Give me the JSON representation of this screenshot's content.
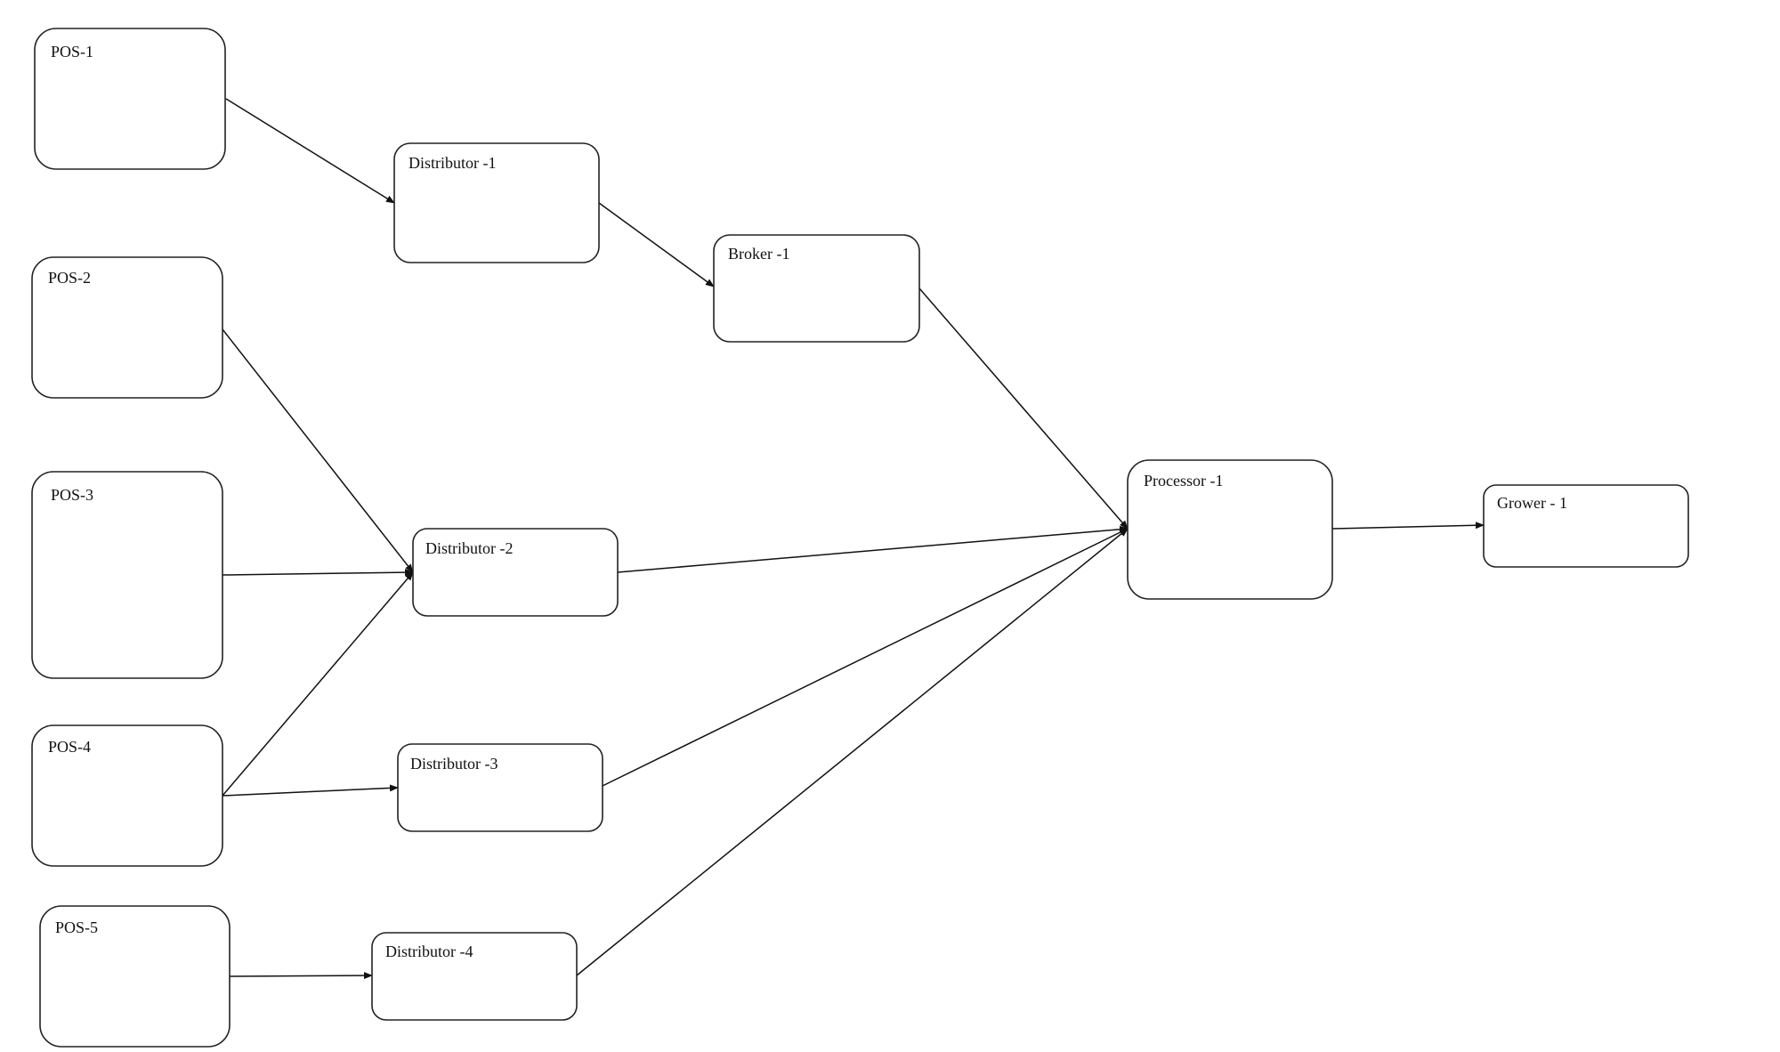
{
  "nodes": {
    "pos1": {
      "label": "POS-1"
    },
    "pos2": {
      "label": "POS-2"
    },
    "pos3": {
      "label": "POS-3"
    },
    "pos4": {
      "label": "POS-4"
    },
    "pos5": {
      "label": "POS-5"
    },
    "dist1": {
      "label": "Distributor -1"
    },
    "dist2": {
      "label": "Distributor -2"
    },
    "dist3": {
      "label": "Distributor -3"
    },
    "dist4": {
      "label": "Distributor -4"
    },
    "broker1": {
      "label": "Broker -1"
    },
    "proc1": {
      "label": "Processor -1"
    },
    "grower1": {
      "label": "Grower - 1"
    }
  },
  "edges": [
    {
      "from": "pos1",
      "to": "dist1"
    },
    {
      "from": "pos2",
      "to": "dist2"
    },
    {
      "from": "pos3",
      "to": "dist2"
    },
    {
      "from": "pos4",
      "to": "dist2"
    },
    {
      "from": "pos4",
      "to": "dist3"
    },
    {
      "from": "pos5",
      "to": "dist4"
    },
    {
      "from": "dist1",
      "to": "broker1"
    },
    {
      "from": "broker1",
      "to": "proc1"
    },
    {
      "from": "dist2",
      "to": "proc1"
    },
    {
      "from": "dist3",
      "to": "proc1"
    },
    {
      "from": "dist4",
      "to": "proc1"
    },
    {
      "from": "proc1",
      "to": "grower1"
    }
  ]
}
